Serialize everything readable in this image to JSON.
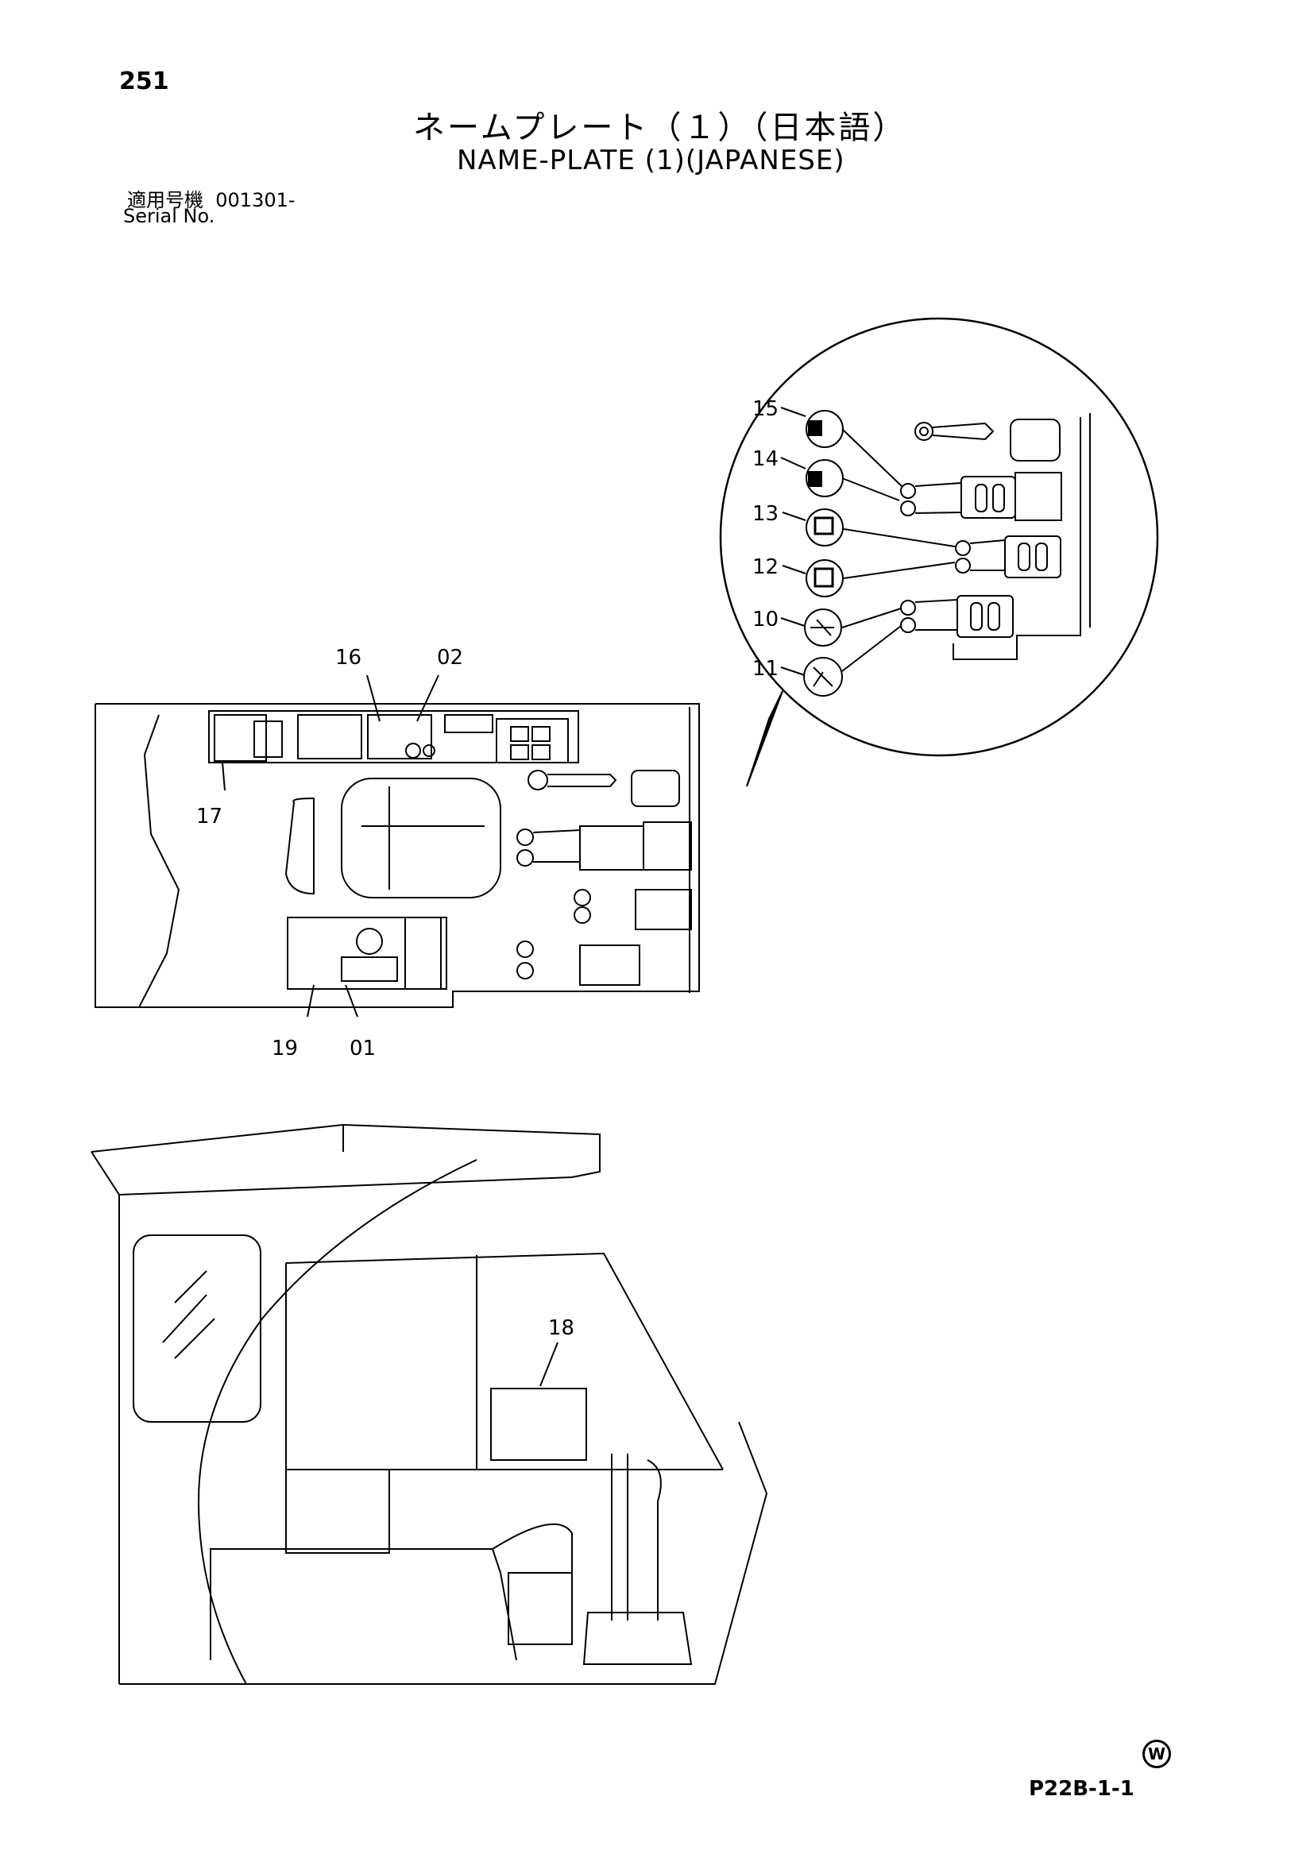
{
  "header": {
    "page_number": "251",
    "title_japanese": "ネームプレート（１）（日本語）",
    "title_english": "NAME-PLATE (1)(JAPANESE)",
    "serial_label_japanese": "適用号機",
    "serial_value": "001301-",
    "serial_label_english": "Serial No."
  },
  "callouts": {
    "c01": "01",
    "c02": "02",
    "c10": "10",
    "c11": "11",
    "c12": "12",
    "c13": "13",
    "c14": "14",
    "c15": "15",
    "c16": "16",
    "c17": "17",
    "c18": "18",
    "c19": "19"
  },
  "footer": {
    "revision_mark": "W",
    "doc_code": "P22B-1-1"
  }
}
